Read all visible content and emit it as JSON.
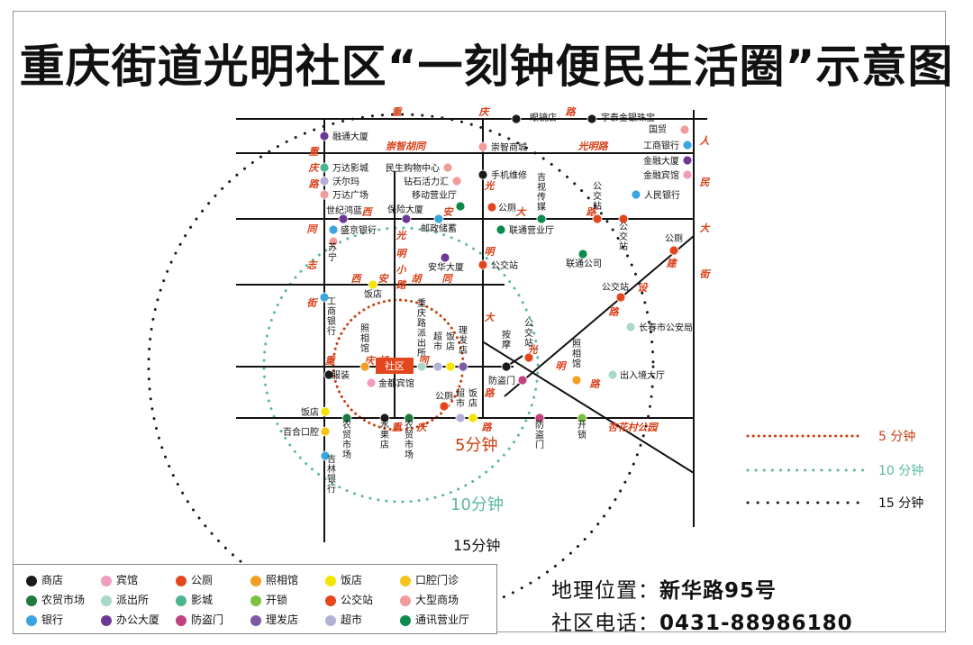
{
  "title": "重庆街道光明社区“一刻钟便民生活圈”示意图",
  "roads": {
    "chongqing_road_chars": [
      "重",
      "庆",
      "路"
    ],
    "chongzhi_hutong": "崇智胡同",
    "guangming_road_top": "光明路",
    "xi_an_road_chars": [
      "西",
      "安",
      "大",
      "路"
    ],
    "xi_an_hutong_chars": [
      "西",
      "安",
      "胡",
      "同"
    ],
    "guangming_xiao_chars": [
      "光",
      "明",
      "小",
      "路"
    ],
    "guangming_main_chars": [
      "光",
      "明",
      "大",
      "路"
    ],
    "chongqing_hu_chars": [
      "重",
      "庆",
      "胡",
      "同"
    ],
    "tongzhi_jie_chars": [
      "同",
      "志",
      "街"
    ],
    "renmin_dajie_chars": [
      "人",
      "民",
      "大",
      "街"
    ],
    "jianshe_road_chars": [
      "建",
      "设",
      "路"
    ],
    "guangming_road_diag_chars": [
      "光",
      "明",
      "路"
    ],
    "bottom_road_chars": [
      "重",
      "庆",
      "路"
    ],
    "xinghuacun_park": "杏花村公园"
  },
  "places": {
    "yanjingdian": "眼镜店",
    "yutai": "宇泰金银珠宝",
    "guomao": "国贸",
    "gonghang1": "工商银行",
    "jinrong_dasha": "金融大厦",
    "jinrong_binguan": "金融宾馆",
    "rongtong": "融通大厦",
    "chongzhi_shangcheng": "崇智商城",
    "wanda_yingcheng": "万达影城",
    "minsheng": "民生购物中心",
    "shouji": "手机维修",
    "woerma": "沃尔玛",
    "zuanshi": "钻石活力汇",
    "wanda_guangchang": "万达广场",
    "yidong": "移动营业厅",
    "jishi": "吉视传媒",
    "gongjiao1": "公交站",
    "renmin_yinhang": "人民银行",
    "shiji_honglan": "世纪鸿蓝",
    "baoxian": "保险大厦",
    "gongce1": "公厕",
    "shengjing": "盛京银行",
    "youzheng": "邮政储蓄",
    "liantong_yingye": "联通营业厅",
    "gongjiao2": "公交站",
    "suning": "苏宁",
    "gongce2": "公厕",
    "anhua": "安华大厦",
    "gongjiao3": "公交站",
    "liantong_gongsi": "联通公司",
    "fandian1": "饭店",
    "gongjiao4": "公交站",
    "gonghang2": "工商银行",
    "changchun_gongan": "长春市公安局",
    "paichusuo": "重庆路派出所",
    "zhaoxiangguan1": "照相馆",
    "chaoshi1": "超市",
    "fandian2": "饭店",
    "lifadian": "理发店",
    "anmo": "按摩",
    "gongjiao5": "公交站",
    "zhaoxiangguan2": "照相馆",
    "shequ": "社区",
    "fuzhuang": "服装",
    "churujing": "出入境大厅",
    "jindu": "金都宾馆",
    "fangdaomen1": "防盗门",
    "gongce3": "公厕",
    "chaoshi2": "超市",
    "fandian3": "饭店",
    "fandian4": "饭店",
    "baihe": "百合口腔",
    "nongmao1": "农贸市场",
    "shuiguo": "水果店",
    "nongmao2": "农贸市场",
    "fangdaomen2": "防盗门",
    "kaisuo": "开锁",
    "jilin": "吉林银行"
  },
  "rings": {
    "five": "5分钟",
    "ten": "10分钟",
    "fifteen": "15分钟"
  },
  "ring_legend": {
    "five": "5 分钟",
    "ten": "10 分钟",
    "fifteen": "15 分钟"
  },
  "colors": {
    "shop": "#1a1a1a",
    "hotel": "#f29bc1",
    "toilet": "#e3461c",
    "photo": "#f2a024",
    "restaurant": "#f4e500",
    "dental": "#f6c418",
    "market": "#1e7a3e",
    "police": "#a8d8c8",
    "cinema": "#4cb58c",
    "locksmith": "#7cc242",
    "bus": "#e3461c",
    "mall": "#f29b9b",
    "bank": "#3aa6e0",
    "office": "#6c3a96",
    "security_door": "#c2427e",
    "barber": "#7b5ba8",
    "supermarket": "#b3b0d8",
    "telecom": "#0c8a4c",
    "ring5": "#c8410f",
    "ring10": "#5bb8a0",
    "ring15": "#1a1a1a",
    "road": "#111111",
    "road_label": "#d8401a",
    "community": "#e3461c"
  },
  "legend": {
    "items": [
      {
        "label": "商店",
        "color": "#1a1a1a"
      },
      {
        "label": "宾馆",
        "color": "#f29bc1"
      },
      {
        "label": "公厕",
        "color": "#e3461c"
      },
      {
        "label": "照相馆",
        "color": "#f2a024"
      },
      {
        "label": "饭店",
        "color": "#f4e500"
      },
      {
        "label": "口腔门诊",
        "color": "#f6c418"
      },
      {
        "label": "农贸市场",
        "color": "#1e7a3e"
      },
      {
        "label": "派出所",
        "color": "#a8d8c8"
      },
      {
        "label": "影城",
        "color": "#4cb58c"
      },
      {
        "label": "开锁",
        "color": "#7cc242"
      },
      {
        "label": "公交站",
        "color": "#e3461c"
      },
      {
        "label": "大型商场",
        "color": "#f29b9b"
      },
      {
        "label": "银行",
        "color": "#3aa6e0"
      },
      {
        "label": "办公大厦",
        "color": "#6c3a96"
      },
      {
        "label": "防盗门",
        "color": "#c2427e"
      },
      {
        "label": "理发店",
        "color": "#7b5ba8"
      },
      {
        "label": "超市",
        "color": "#b3b0d8"
      },
      {
        "label": "通讯营业厅",
        "color": "#0c8a4c"
      }
    ]
  },
  "info": {
    "location_label": "地理位置：",
    "location_value": "新华路95号",
    "phone_label": "社区电话：",
    "phone_value": "0431-88986180"
  }
}
